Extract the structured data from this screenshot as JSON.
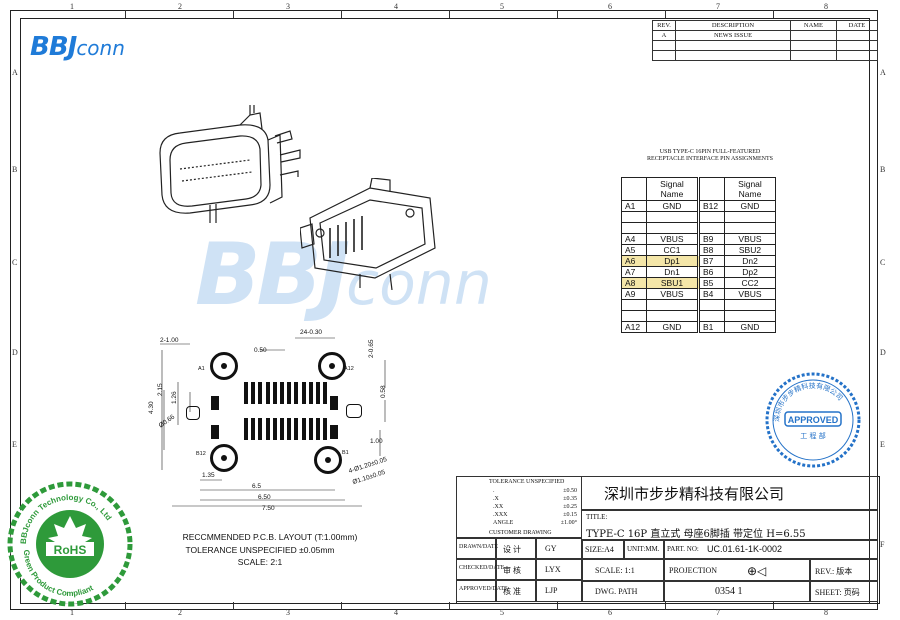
{
  "sheet": {
    "columns": [
      "1",
      "2",
      "3",
      "4",
      "5",
      "6",
      "7",
      "8"
    ],
    "rows": [
      "A",
      "B",
      "C",
      "D",
      "E",
      "F"
    ]
  },
  "logo": {
    "mark": "BBJ",
    "suffix": "conn",
    "color": "#1f7bd8"
  },
  "watermark": {
    "mark": "BBJ",
    "suffix": "conn"
  },
  "revision": {
    "headers": [
      "REV.",
      "DESCRIPTION",
      "NAME",
      "DATE"
    ],
    "rows": [
      [
        "A",
        "NEWS ISSUE",
        "",
        ""
      ]
    ]
  },
  "pin_table": {
    "caption_line1": "USB TYPE-C 16PIN FULL-FEATURED",
    "caption_line2": "RECEPTACLE INTERFACE PIN ASSIGNMENTS",
    "header": "Signal Name",
    "left": [
      {
        "pin": "A1",
        "signal": "GND",
        "hl": false
      },
      {
        "pin": "",
        "signal": "",
        "hl": false
      },
      {
        "pin": "",
        "signal": "",
        "hl": false
      },
      {
        "pin": "A4",
        "signal": "VBUS",
        "hl": false
      },
      {
        "pin": "A5",
        "signal": "CC1",
        "hl": false
      },
      {
        "pin": "A6",
        "signal": "Dp1",
        "hl": true
      },
      {
        "pin": "A7",
        "signal": "Dn1",
        "hl": false
      },
      {
        "pin": "A8",
        "signal": "SBU1",
        "hl": true
      },
      {
        "pin": "A9",
        "signal": "VBUS",
        "hl": false
      },
      {
        "pin": "",
        "signal": "",
        "hl": false
      },
      {
        "pin": "",
        "signal": "",
        "hl": false
      },
      {
        "pin": "A12",
        "signal": "GND",
        "hl": false
      }
    ],
    "right": [
      {
        "pin": "B12",
        "signal": "GND"
      },
      {
        "pin": "",
        "signal": ""
      },
      {
        "pin": "",
        "signal": ""
      },
      {
        "pin": "B9",
        "signal": "VBUS"
      },
      {
        "pin": "B8",
        "signal": "SBU2"
      },
      {
        "pin": "B7",
        "signal": "Dn2"
      },
      {
        "pin": "B6",
        "signal": "Dp2"
      },
      {
        "pin": "B5",
        "signal": "CC2"
      },
      {
        "pin": "B4",
        "signal": "VBUS"
      },
      {
        "pin": "",
        "signal": ""
      },
      {
        "pin": "",
        "signal": ""
      },
      {
        "pin": "B1",
        "signal": "GND"
      }
    ]
  },
  "layout": {
    "dims": {
      "d1": "2-1.00",
      "d2": "0.50",
      "d3": "24-0.30",
      "d4": "2-0.65",
      "d5": "2.15",
      "d6": "1.26",
      "d7": "4.30",
      "d8": "0.58",
      "d9": "1.00",
      "d10": "Ø0.66",
      "d11": "1.35",
      "d12": "6.5",
      "d13": "6.50",
      "d14": "7.50",
      "d15": "4-Ø1.20±0.05",
      "d16": "Ø1.10±0.05",
      "a1": "A1",
      "b12": "B12",
      "a12": "A12",
      "b1": "B1"
    },
    "note1": "RECCMMENDED  P.C.B. LAYOUT (T:1.00mm)",
    "note2": "TOLERANCE UNSPECIFIED ±0.05mm",
    "note3": "SCALE: 2:1"
  },
  "title_block": {
    "tolerance_title": "TOLERANCE UNSPECIFIED",
    "tolerances": [
      {
        "k": ".",
        "v": "±0.50"
      },
      {
        "k": ".X",
        "v": "±0.35"
      },
      {
        "k": ".XX",
        "v": "±0.25"
      },
      {
        "k": ".XXX",
        "v": "±0.15"
      },
      {
        "k": "ANGLE",
        "v": "±1.00°"
      }
    ],
    "customer": "CUSTOMER DRAWING",
    "company": "深圳市步步精科技有限公司",
    "title_label": "TITLE:",
    "title": "TYPE-C 16P 直立式 母座6脚插 带定位 H=6.55",
    "drawn_label": "DRAWN/DATE",
    "drawn_cn": "设 计",
    "drawn_by": "GY",
    "checked_label": "CHECKED/DATE",
    "checked_cn": "审 核",
    "checked_by": "LYX",
    "approved_label": "APPROVED/DATE",
    "approved_cn": "核 准",
    "approved_by": "LJP",
    "size": "SIZE:A4",
    "unit": "UNIT:MM.",
    "part_label": "PART. NO:",
    "part_no": "UC.01.61-1K-0002",
    "scale": "SCALE: 1:1",
    "projection": "PROJECTION",
    "rev_label": "REV.: 版本",
    "dwg_label": "DWG. PATH",
    "dwg_no": "0354 1",
    "sheet_label": "SHEET: 页码"
  },
  "stamps": {
    "rohs_text": "BBJconn Technology Co., Ltd",
    "rohs_mark": "RoHS",
    "rohs_bottom": "Green Product Compliant",
    "rohs_color": "#2e9a3a",
    "approved_ring": "深圳市步步精科技有限公司",
    "approved_mark": "APPROVED",
    "approved_sub": "工 程 部",
    "approved_color": "#2472c8"
  }
}
